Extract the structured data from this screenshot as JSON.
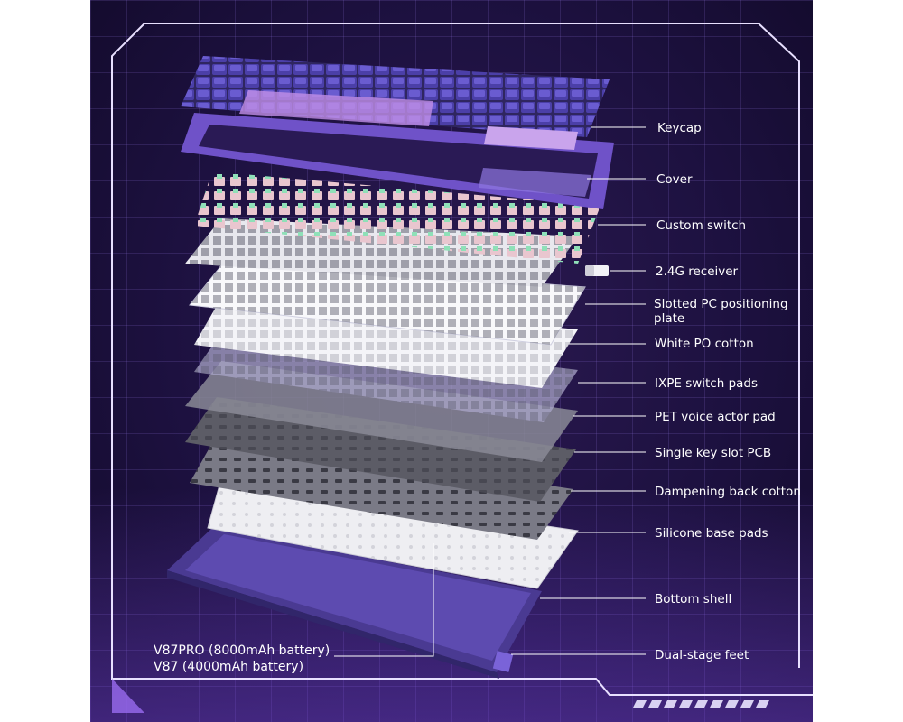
{
  "components": [
    {
      "id": "keycap",
      "label": "Keycap"
    },
    {
      "id": "cover",
      "label": "Cover"
    },
    {
      "id": "custom-switch",
      "label": "Custom switch"
    },
    {
      "id": "receiver",
      "label": "2.4G receiver"
    },
    {
      "id": "pc-plate",
      "label": "Slotted PC positioning plate"
    },
    {
      "id": "po-cotton",
      "label": "White PO cotton"
    },
    {
      "id": "ixpe-pads",
      "label": "IXPE switch pads"
    },
    {
      "id": "pet-pad",
      "label": "PET voice actor pad"
    },
    {
      "id": "pcb",
      "label": "Single key slot PCB"
    },
    {
      "id": "back-cotton",
      "label": "Dampening back cotton"
    },
    {
      "id": "base-pads",
      "label": "Silicone base pads"
    },
    {
      "id": "bottom-shell",
      "label": "Bottom shell"
    },
    {
      "id": "feet",
      "label": "Dual-stage feet"
    }
  ],
  "battery": {
    "line1": "V87PRO (8000mAh battery)",
    "line2": "V87 (4000mAh battery)"
  },
  "colors": {
    "accent": "#8a5fe0",
    "frame": "#e8e0ff",
    "background": "#1d1140"
  }
}
